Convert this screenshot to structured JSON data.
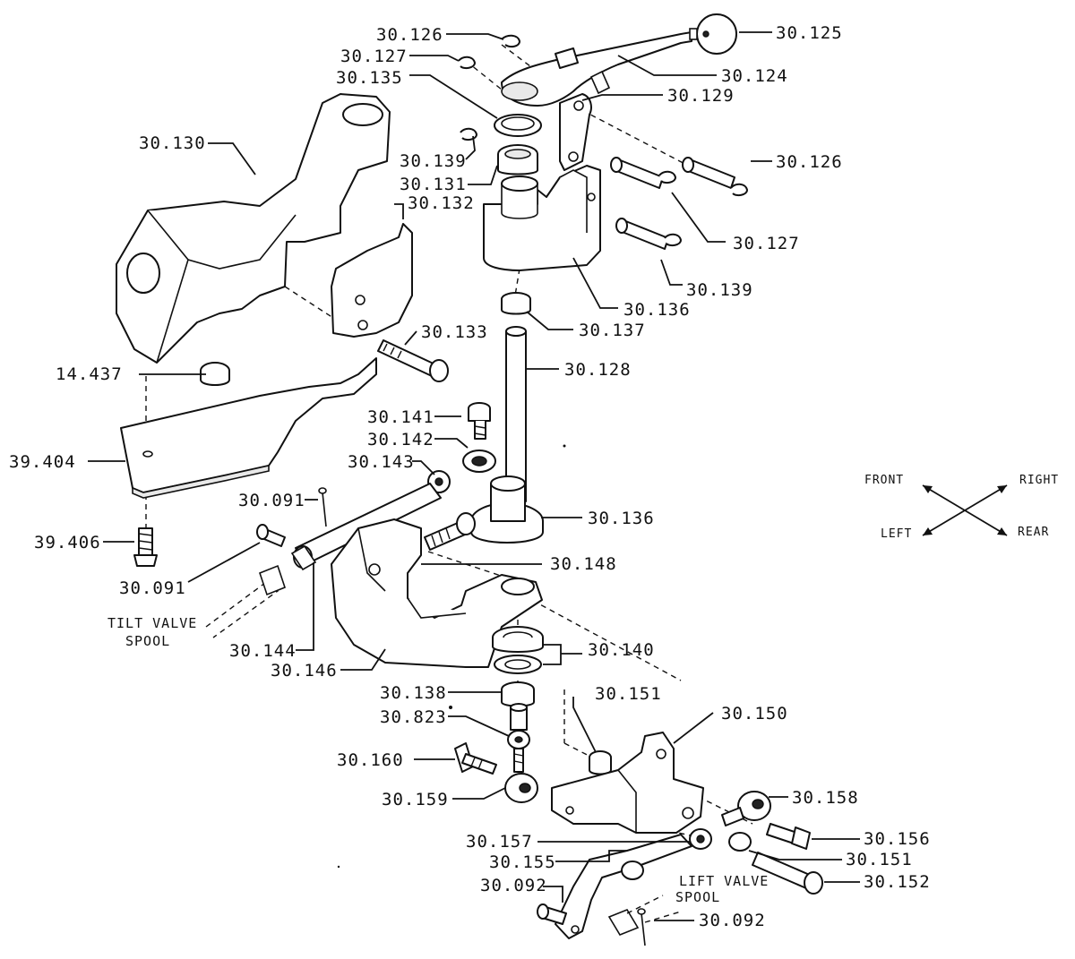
{
  "labels": {
    "p30_126_top": "30.126",
    "p30_125": "30.125",
    "p30_127_top": "30.127",
    "p30_124": "30.124",
    "p30_135": "30.135",
    "p30_129": "30.129",
    "p30_130": "30.130",
    "p30_139_left": "30.139",
    "p30_126_right": "30.126",
    "p30_131": "30.131",
    "p30_132": "30.132",
    "p30_127_right": "30.127",
    "p30_139_right": "30.139",
    "p30_136_top": "30.136",
    "p30_137": "30.137",
    "p30_133": "30.133",
    "p14_437": "14.437",
    "p30_128": "30.128",
    "p30_141": "30.141",
    "p30_142": "30.142",
    "p39_404": "39.404",
    "p30_143": "30.143",
    "p30_091_top": "30.091",
    "p30_136_mid": "30.136",
    "p39_406": "39.406",
    "p30_148": "30.148",
    "p30_091_left": "30.091",
    "tilt_valve_line1": "TILT VALVE",
    "tilt_valve_line2": "SPOOL",
    "p30_140": "30.140",
    "p30_144": "30.144",
    "p30_146": "30.146",
    "p30_151_top": "30.151",
    "p30_138": "30.138",
    "p30_150": "30.150",
    "p30_823": "30.823",
    "p30_160": "30.160",
    "p30_158": "30.158",
    "p30_159": "30.159",
    "p30_156": "30.156",
    "p30_157": "30.157",
    "p30_151_bottom": "30.151",
    "p30_155": "30.155",
    "lift_valve_line1": "LIFT VALVE",
    "lift_valve_line2": "SPOOL",
    "p30_152": "30.152",
    "p30_092_left": "30.092",
    "p30_092_bottom": "30.092"
  },
  "orientation": {
    "front": "FRONT",
    "right": "RIGHT",
    "left": "LEFT",
    "rear": "REAR"
  }
}
